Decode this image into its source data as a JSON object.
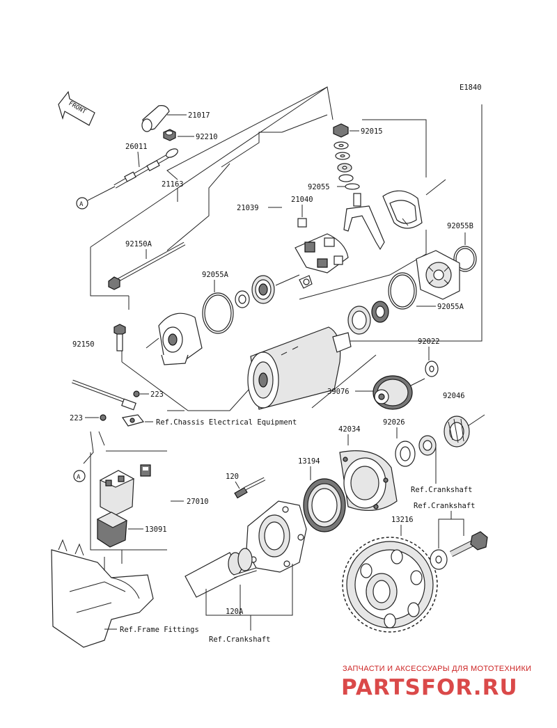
{
  "diagram_code": "E1840",
  "front_label": "FRONT",
  "circle_marker": "A",
  "parts": {
    "p21017": "21017",
    "p92210": "92210",
    "p26011": "26011",
    "p92015": "92015",
    "p21163": "21163",
    "p92055": "92055",
    "p21039": "21039",
    "p21040": "21040",
    "p92055B": "92055B",
    "p92150A": "92150A",
    "p92055A_left": "92055A",
    "p92055A_right": "92055A",
    "p92150": "92150",
    "p92022": "92022",
    "p223_a": "223",
    "p223_b": "223",
    "p39076": "39076",
    "p92046": "92046",
    "p42034": "42034",
    "p92026": "92026",
    "p13194": "13194",
    "p120": "120",
    "p27010": "27010",
    "p13091": "13091",
    "p13216": "13216",
    "p120A": "120A"
  },
  "refs": {
    "chassis": "Ref.Chassis Electrical Equipment",
    "crankshaft_1": "Ref.Crankshaft",
    "crankshaft_2": "Ref.Crankshaft",
    "frame": "Ref.Frame Fittings",
    "crankshaft_3": "Ref.Crankshaft"
  },
  "watermark": {
    "top": "ЗАПЧАСТИ И АКСЕССУАРЫ ДЛЯ МОТОТЕХНИКИ",
    "main": "PARTSFOR.RU"
  }
}
